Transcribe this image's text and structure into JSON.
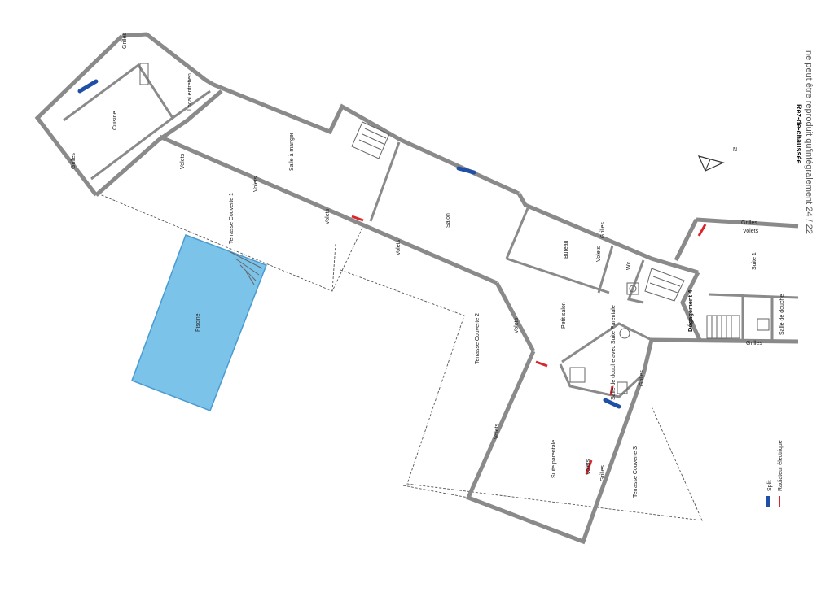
{
  "plan": {
    "title": "Rez-de-chaussée",
    "subtitle": "ne peut être reproduit qu'intégralement  24 / 22",
    "north": "N"
  },
  "rooms": {
    "cuisine": "Cuisine",
    "local_entretien": "Local entretien",
    "salle_a_manger": "Salle à manger",
    "salon": "Salon",
    "bureau": "Bureau",
    "wc": "Wc",
    "suite1": "Suite 1",
    "degagement4": "Dégagement 4",
    "salle_douche_1": "Salle de douche",
    "petit_salon": "Petit salon",
    "salle_douche_parentale": "Salle de douche avec Suite Parentale",
    "suite_parentale": "Suite parentale",
    "piscine": "Piscine",
    "terrasse1": "Terrasse Couverte 1",
    "terrasse2": "Terrasse Couverte 2",
    "terrasse3": "Terrasse Couverte 3"
  },
  "annotations": {
    "grilles": "Grilles",
    "volets": "Volets"
  },
  "legend": {
    "split": "Split",
    "radiateur": "Radiateur électrique",
    "split_color": "#1f4fa6",
    "radiateur_color": "#d9252b"
  },
  "colors": {
    "pool": "#7cc3ea",
    "pool_border": "#4a9bd0"
  }
}
